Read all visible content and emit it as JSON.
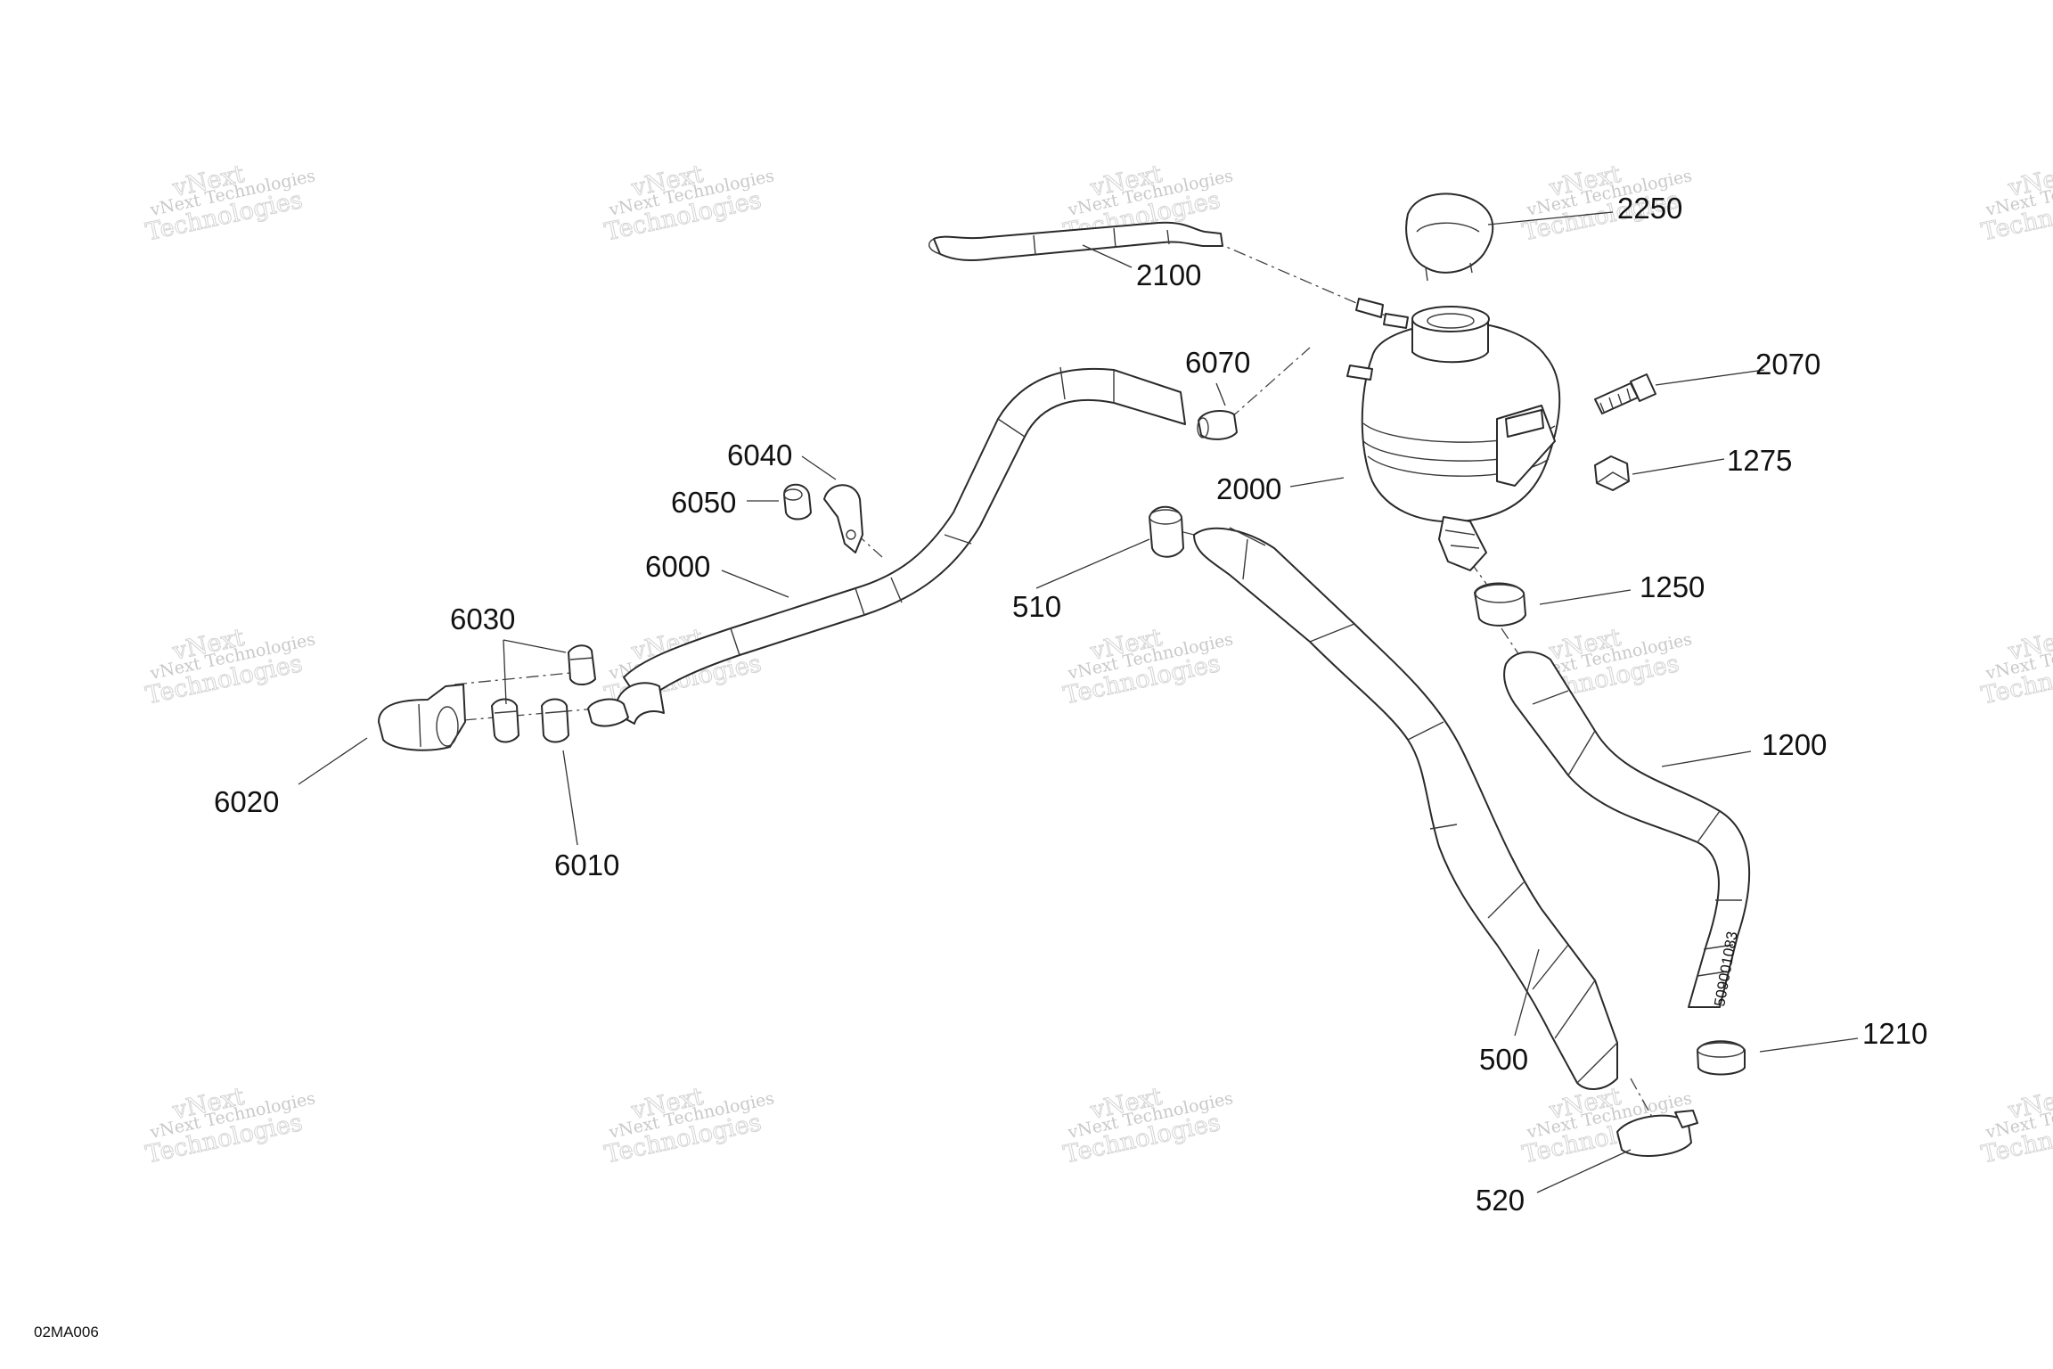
{
  "diagram_code": "02MA006",
  "watermark": {
    "line1": "vNext Technologies",
    "line2": "Technologies",
    "line3": "vNext"
  },
  "callouts": [
    {
      "id": "2250",
      "label": "2250"
    },
    {
      "id": "2100",
      "label": "2100"
    },
    {
      "id": "6070",
      "label": "6070"
    },
    {
      "id": "2070",
      "label": "2070"
    },
    {
      "id": "1275",
      "label": "1275"
    },
    {
      "id": "6040",
      "label": "6040"
    },
    {
      "id": "6050",
      "label": "6050"
    },
    {
      "id": "2000",
      "label": "2000"
    },
    {
      "id": "6000",
      "label": "6000"
    },
    {
      "id": "510",
      "label": "510"
    },
    {
      "id": "1250",
      "label": "1250"
    },
    {
      "id": "6030",
      "label": "6030"
    },
    {
      "id": "1200",
      "label": "1200"
    },
    {
      "id": "6020",
      "label": "6020"
    },
    {
      "id": "6010",
      "label": "6010"
    },
    {
      "id": "500",
      "label": "500"
    },
    {
      "id": "1210",
      "label": "1210"
    },
    {
      "id": "520",
      "label": "520"
    }
  ]
}
